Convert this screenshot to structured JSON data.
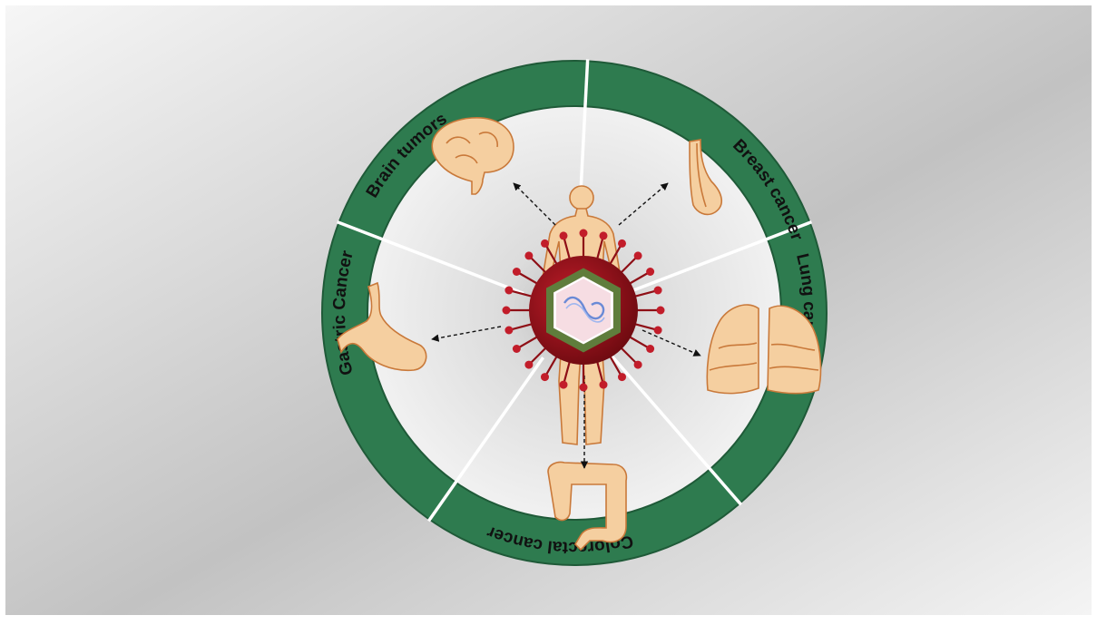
{
  "diagram": {
    "center_label": "",
    "segments": [
      {
        "id": "brain",
        "label": "Brain tumors",
        "organ_icon": "brain-icon"
      },
      {
        "id": "breast",
        "label": "Breast cancer",
        "organ_icon": "breast-icon"
      },
      {
        "id": "lung",
        "label": "Lung cancer",
        "organ_icon": "lungs-icon"
      },
      {
        "id": "colorectal",
        "label": "Colorectal cancer",
        "organ_icon": "colon-icon"
      },
      {
        "id": "gastric",
        "label": "Gastric Cancer",
        "organ_icon": "stomach-icon"
      }
    ]
  },
  "colors": {
    "ring": "#2e7b4f",
    "ring_text": "#111111",
    "divider": "#ffffff",
    "organ_fill": "#f5cfa0",
    "organ_stroke": "#c9793a",
    "virus": "#8e0f16",
    "spike": "#c21d2a",
    "capsid": "#5f7d3c"
  }
}
